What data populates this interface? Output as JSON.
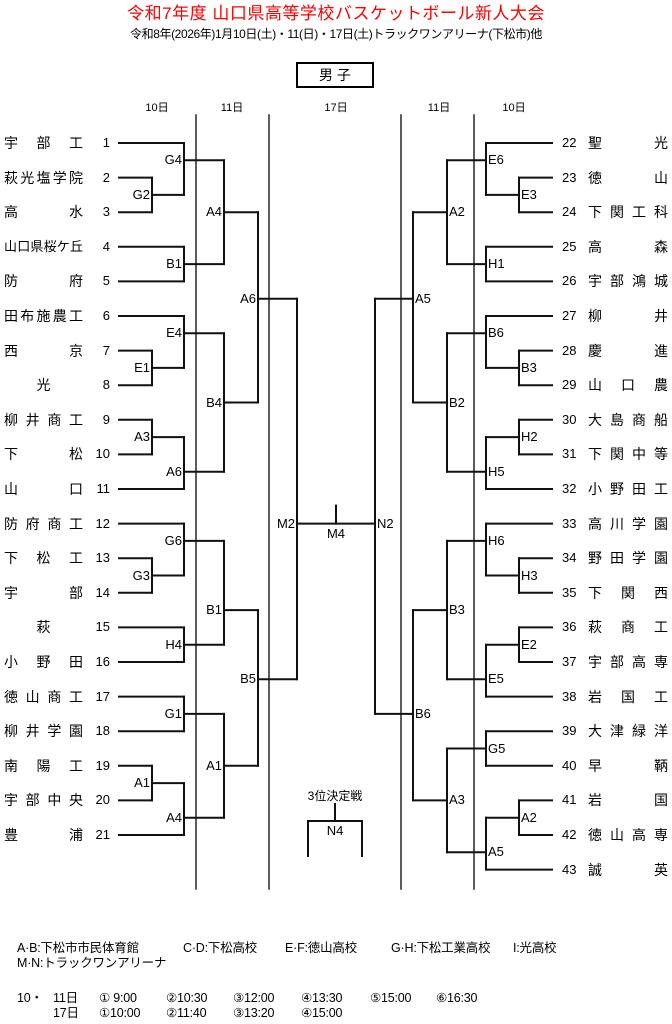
{
  "colors": {
    "title": "#ff0000",
    "line": "#111111",
    "divider": "#333333"
  },
  "header": {
    "title": "令和7年度 山口県高等学校バスケットボール新人大会",
    "subtitle": "令和8年(2026年)1月10日(土)・11(日)・17日(土)トラックワンアリーナ(下松市)他",
    "division": "男 子"
  },
  "columns": [
    "10日",
    "11日",
    "17日",
    "11日",
    "10日"
  ],
  "teams_left": [
    {
      "num": "1",
      "name": "宇部工"
    },
    {
      "num": "2",
      "name": "萩光塩学院"
    },
    {
      "num": "3",
      "name": "高水"
    },
    {
      "num": "4",
      "name": "山口県桜ケ丘"
    },
    {
      "num": "5",
      "name": "防府"
    },
    {
      "num": "6",
      "name": "田布施農工"
    },
    {
      "num": "7",
      "name": "西京"
    },
    {
      "num": "8",
      "name": "光"
    },
    {
      "num": "9",
      "name": "柳井商工"
    },
    {
      "num": "10",
      "name": "下松"
    },
    {
      "num": "11",
      "name": "山口"
    },
    {
      "num": "12",
      "name": "防府商工"
    },
    {
      "num": "13",
      "name": "下松工"
    },
    {
      "num": "14",
      "name": "宇部"
    },
    {
      "num": "15",
      "name": "萩"
    },
    {
      "num": "16",
      "name": "小野田"
    },
    {
      "num": "17",
      "name": "徳山商工"
    },
    {
      "num": "18",
      "name": "柳井学園"
    },
    {
      "num": "19",
      "name": "南陽工"
    },
    {
      "num": "20",
      "name": "宇部中央"
    },
    {
      "num": "21",
      "name": "豊浦"
    }
  ],
  "teams_right": [
    {
      "num": "22",
      "name": "聖光"
    },
    {
      "num": "23",
      "name": "徳山"
    },
    {
      "num": "24",
      "name": "下関工科"
    },
    {
      "num": "25",
      "name": "高森"
    },
    {
      "num": "26",
      "name": "宇部鴻城"
    },
    {
      "num": "27",
      "name": "柳井"
    },
    {
      "num": "28",
      "name": "慶進"
    },
    {
      "num": "29",
      "name": "山口農"
    },
    {
      "num": "30",
      "name": "大島商船"
    },
    {
      "num": "31",
      "name": "下関中等"
    },
    {
      "num": "32",
      "name": "小野田工"
    },
    {
      "num": "33",
      "name": "高川学園"
    },
    {
      "num": "34",
      "name": "野田学園"
    },
    {
      "num": "35",
      "name": "下関西"
    },
    {
      "num": "36",
      "name": "萩商工"
    },
    {
      "num": "37",
      "name": "宇部高専"
    },
    {
      "num": "38",
      "name": "岩国工"
    },
    {
      "num": "39",
      "name": "大津緑洋"
    },
    {
      "num": "40",
      "name": "早鞆"
    },
    {
      "num": "41",
      "name": "岩国"
    },
    {
      "num": "42",
      "name": "徳山高専"
    },
    {
      "num": "43",
      "name": "誠英"
    }
  ],
  "matches_left": [
    "G2",
    "G4",
    "B1",
    "A4",
    "E1",
    "E4",
    "A3",
    "A6",
    "B4",
    "A6",
    "G3",
    "G6",
    "H4",
    "B1",
    "G1",
    "A1",
    "A4",
    "A1",
    "B5",
    "M2"
  ],
  "matches_right": [
    "E3",
    "E6",
    "H1",
    "A2",
    "B3",
    "B6",
    "H2",
    "H5",
    "B2",
    "A5",
    "H3",
    "H6",
    "E2",
    "E5",
    "B3",
    "G5",
    "A2",
    "A5",
    "A3",
    "B6",
    "N2"
  ],
  "final": "M4",
  "third_place": {
    "title": "3位決定戦",
    "code": "N4"
  },
  "venues": [
    "A·B:下松市市民体育館",
    "C·D:下松高校",
    "E·F:徳山高校",
    "G·H:下松工業高校",
    "I:光高校"
  ],
  "venues_line2": "M·N:トラックワンアリーナ",
  "schedule": [
    {
      "prefix": "10・",
      "day": "11日",
      "times": [
        "① 9:00",
        "②10:30",
        "③12:00",
        "④13:30",
        "⑤15:00",
        "⑥16:30"
      ]
    },
    {
      "prefix": "",
      "day": "17日",
      "times": [
        "①10:00",
        "②11:40",
        "③13:20",
        "④15:00"
      ]
    }
  ]
}
